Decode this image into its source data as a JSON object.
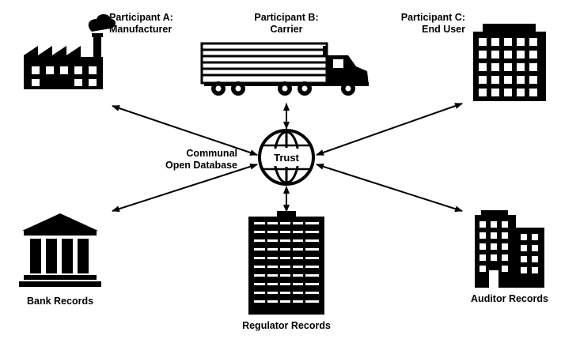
{
  "diagram": {
    "hub": {
      "label": "Trust"
    },
    "communal_label": {
      "line1": "Communal",
      "line2": "Open Database"
    },
    "nodes": {
      "manufacturer": {
        "line1": "Participant A:",
        "line2": "Manufacturer",
        "icon": "factory-icon"
      },
      "carrier": {
        "line1": "Participant B:",
        "line2": "Carrier",
        "icon": "truck-icon"
      },
      "end_user": {
        "line1": "Participant C:",
        "line2": "End User",
        "icon": "building-icon"
      },
      "bank": {
        "label": "Bank Records",
        "icon": "bank-icon"
      },
      "regulator": {
        "label": "Regulator Records",
        "icon": "skyscraper-icon"
      },
      "auditor": {
        "label": "Auditor Records",
        "icon": "office-building-icon"
      }
    },
    "colors": {
      "ink": "#000000",
      "background": "#ffffff"
    }
  }
}
